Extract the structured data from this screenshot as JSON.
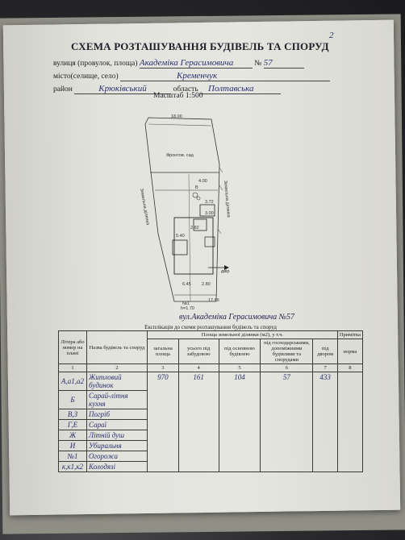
{
  "page_number": "2",
  "title": "СХЕМА РОЗТАШУВАННЯ БУДІВЕЛЬ ТА СПОРУД",
  "address": {
    "street_label": "вулиця (провулок, площа)",
    "street_value": "Академіка Герасимовича",
    "number_label": "№",
    "number_value": "57",
    "city_label": "місто(селище, село)",
    "city_value": "Кременчук",
    "district_label": "район",
    "district_value": "Крюківський",
    "region_label": "область",
    "region_value": "Полтавська"
  },
  "scale": "Масштаб 1:500",
  "plan": {
    "labels": {
      "top_width": "18.00",
      "front_garden": "Фронтов. сад",
      "right_top": "4.00",
      "m_right": "3.72",
      "n_right": "3.00",
      "v_mark": "В",
      "dim_2_82": "2.82",
      "dim_5_40": "5.40",
      "dim_6_45": "6.45",
      "dim_2_80": "2.80",
      "dim_17_66": "17.66",
      "yard": "двір",
      "dim_1_70": "h=1.70",
      "marker": "№1",
      "left_boundary": "Земельна ділянка",
      "right_boundary": "Земельна ділянка"
    }
  },
  "street_caption": "вул.Академіка Герасимовича №57",
  "table": {
    "caption": "Експлікація до схеми розташування будівель та споруд",
    "land_caption": "Площа земельної ділянки (м2), у т.ч.",
    "headers": {
      "letter": "Літера або номер на плані",
      "name": "Назва будівель та споруд",
      "total": "загальна площа",
      "built": "усього під забудовою",
      "main": "під основною будівлею",
      "aux": "під господарськими, допоміжними будівлями та спорудами",
      "yard": "під двором",
      "note": "Примітка",
      "norm": "норма"
    },
    "col_numbers": [
      "1",
      "2",
      "3",
      "4",
      "5",
      "6",
      "7",
      "8"
    ],
    "totals": {
      "total": "970",
      "built": "161",
      "main": "104",
      "aux": "57",
      "yard": "433"
    },
    "rows": [
      {
        "letter": "А,а1,а2",
        "name": "Житловий будинок"
      },
      {
        "letter": "Б",
        "name": "Сарай-літня кухня"
      },
      {
        "letter": "В,З",
        "name": "Погріб"
      },
      {
        "letter": "Г,Е",
        "name": "Сараї"
      },
      {
        "letter": "Ж",
        "name": "Літній душ"
      },
      {
        "letter": "И",
        "name": "Убиральня"
      },
      {
        "letter": "№1",
        "name": "Огорожа"
      },
      {
        "letter": "к,к1,к2",
        "name": "Колодязі"
      }
    ]
  }
}
